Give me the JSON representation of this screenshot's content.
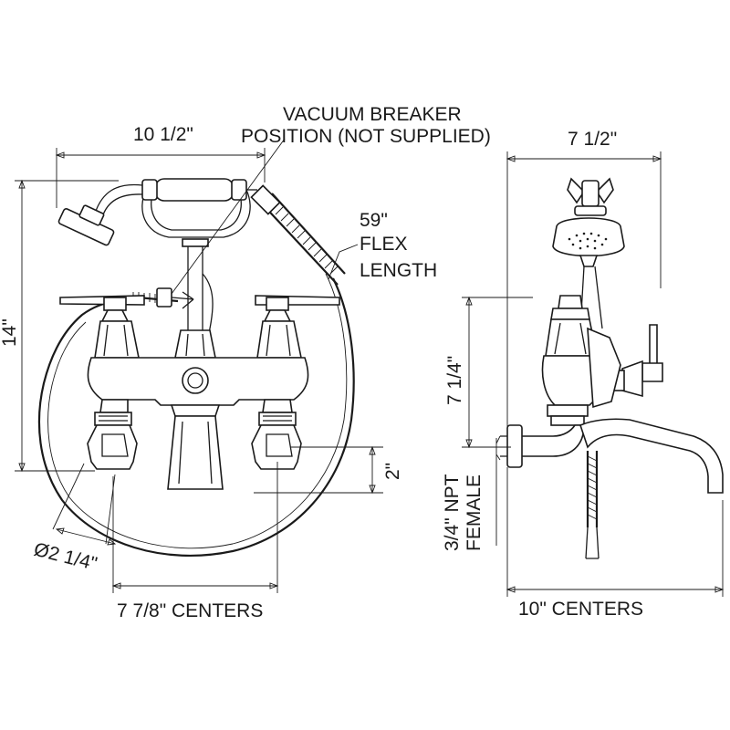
{
  "dimensions": {
    "width_front": "10 1/2\"",
    "vacuum_line1": "VACUUM BREAKER",
    "vacuum_line2": "POSITION (NOT SUPPLIED)",
    "width_side": "7 1/2\"",
    "flex_line1": "59\"",
    "flex_line2": "FLEX",
    "flex_line3": "LENGTH",
    "height_total": "14\"",
    "height_side": "7 1/4\"",
    "spout_drop": "2\"",
    "diameter": "Ø2 1/4\"",
    "centers_front": "7 7/8\" CENTERS",
    "centers_side": "10\" CENTERS",
    "npt_line1": "3/4\" NPT",
    "npt_line2": "FEMALE"
  }
}
